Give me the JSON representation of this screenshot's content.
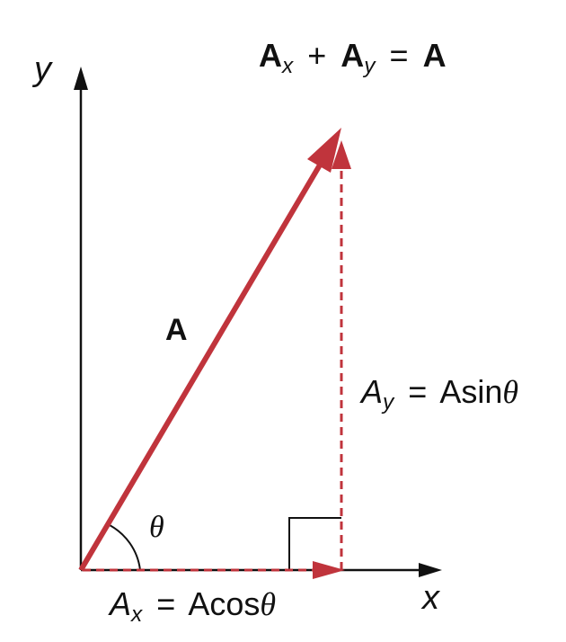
{
  "axes": {
    "x_label": "x",
    "y_label": "y"
  },
  "vector": {
    "name": "A",
    "color": "#c0343c"
  },
  "angle": {
    "symbol": "θ"
  },
  "equation_sum": {
    "a": "A",
    "ax_sub": "x",
    "plus": "+",
    "b": "A",
    "ay_sub": "y",
    "eq": "=",
    "result": "A"
  },
  "x_component": {
    "base": "A",
    "sub": "x",
    "eq": "=",
    "rhs": "Acos",
    "theta": "θ"
  },
  "y_component": {
    "base": "A",
    "sub": "y",
    "eq": "=",
    "rhs": "Asin",
    "theta": "θ"
  }
}
